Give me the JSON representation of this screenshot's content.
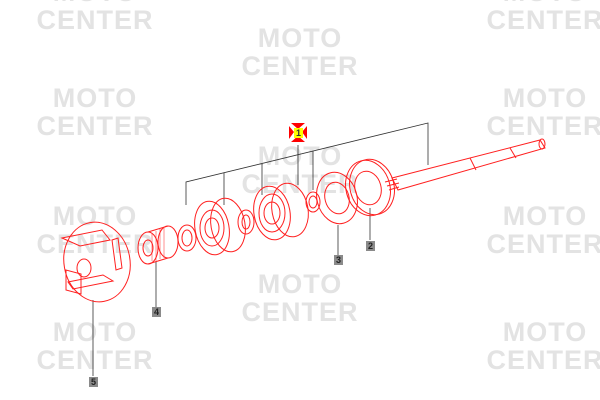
{
  "watermark": {
    "line1": "MOTO",
    "line2": "CENTER"
  },
  "callouts": [
    {
      "number": "1"
    },
    {
      "number": "2"
    },
    {
      "number": "3"
    },
    {
      "number": "4"
    },
    {
      "number": "5"
    }
  ],
  "colors": {
    "part_line": "#ff2020",
    "leader": "#333333",
    "callout_bg": "#8a8a8a",
    "callout_selected_bg": "#ffff00",
    "selector_arrows": "#ff0000",
    "watermark": "#e3e3e3"
  }
}
